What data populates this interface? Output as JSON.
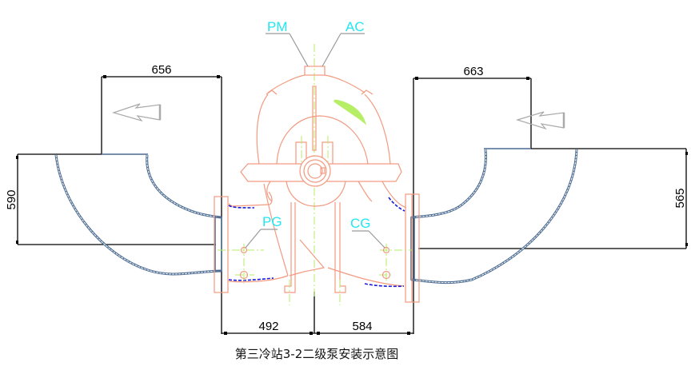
{
  "drawing": {
    "caption": "第三冷站3-2二级泵安装示意图",
    "dimensions": {
      "left_top_width": "656",
      "right_top_width": "663",
      "left_height": "590",
      "right_height": "565",
      "bottom_left_width": "492",
      "bottom_right_width": "584"
    },
    "instrument_tags": {
      "pressure_meter": "PM",
      "air_cock": "AC",
      "pressure_gauge": "PG",
      "compound_gauge": "CG"
    },
    "colors": {
      "dimension_lines": "#000000",
      "pipe": "#4a6a90",
      "pump_outline": "#f29a80",
      "centerline": "#b6ee66",
      "tag_text": "#22e6f0",
      "hidden_lines": "#1a1ad6",
      "flow_arrow": "#aaaaaa",
      "rotation_arrow": "#b6ee66"
    }
  }
}
